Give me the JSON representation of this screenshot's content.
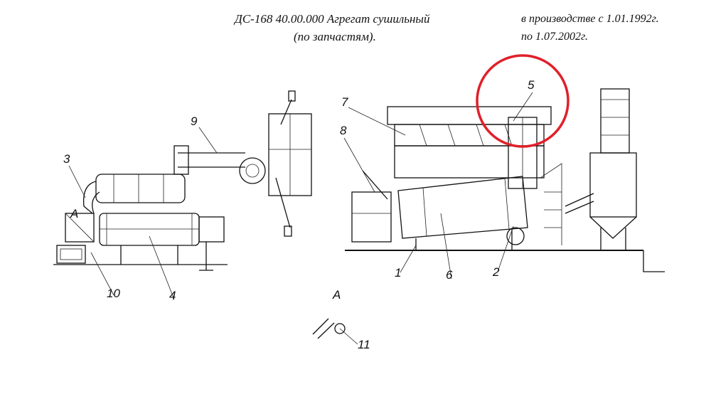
{
  "header": {
    "title_line1": "ДС-168 40.00.000 Агрегат сушильный",
    "title_line2": "(по запчастям).",
    "production_line1": "в производстве с 1.01.1992г.",
    "production_line2": "по 1.07.2002г."
  },
  "callouts": [
    "1",
    "2",
    "3",
    "4",
    "5",
    "6",
    "7",
    "8",
    "9",
    "10",
    "11"
  ],
  "view_labels": {
    "view_a_marker": "A",
    "view_a_title": "A"
  },
  "highlight": {
    "color": "#e0202a",
    "target": "5"
  }
}
